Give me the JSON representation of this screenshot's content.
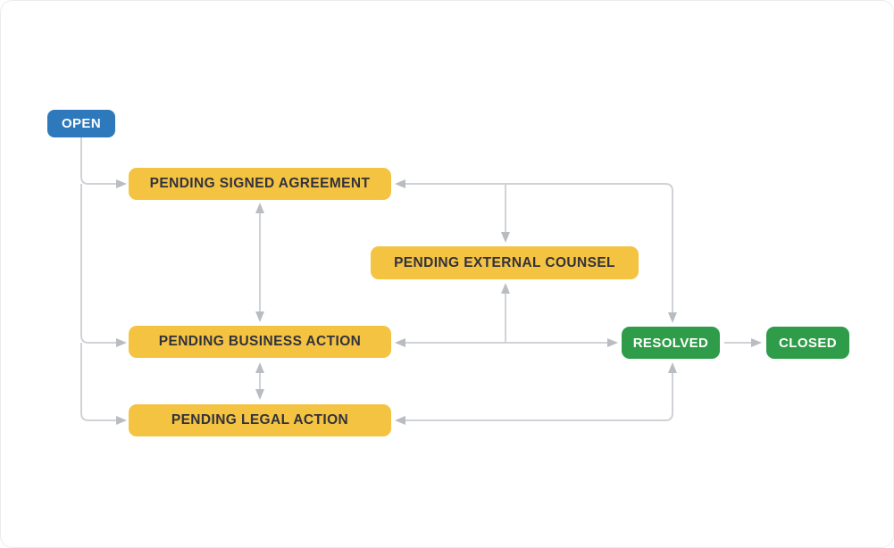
{
  "diagram": {
    "type": "workflow-status-diagram",
    "nodes": {
      "open": {
        "label": "OPEN",
        "color": "#2d79bc",
        "text_color": "#ffffff",
        "category": "to-do"
      },
      "pending_signed_agreement": {
        "label": "PENDING SIGNED AGREEMENT",
        "color": "#f4c341",
        "text_color": "#32323c",
        "category": "in-progress"
      },
      "pending_external_counsel": {
        "label": "PENDING EXTERNAL COUNSEL",
        "color": "#f4c341",
        "text_color": "#32323c",
        "category": "in-progress"
      },
      "pending_business_action": {
        "label": "PENDING BUSINESS ACTION",
        "color": "#f4c341",
        "text_color": "#32323c",
        "category": "in-progress"
      },
      "pending_legal_action": {
        "label": "PENDING LEGAL ACTION",
        "color": "#f4c341",
        "text_color": "#32323c",
        "category": "in-progress"
      },
      "resolved": {
        "label": "RESOLVED",
        "color": "#2e9c48",
        "text_color": "#ffffff",
        "category": "done"
      },
      "closed": {
        "label": "CLOSED",
        "color": "#2e9c48",
        "text_color": "#ffffff",
        "category": "done"
      }
    },
    "edges": [
      {
        "from": "open",
        "to": "pending_signed_agreement",
        "bidirectional": false
      },
      {
        "from": "open",
        "to": "pending_business_action",
        "bidirectional": false
      },
      {
        "from": "open",
        "to": "pending_legal_action",
        "bidirectional": false
      },
      {
        "from": "pending_signed_agreement",
        "to": "pending_business_action",
        "bidirectional": true
      },
      {
        "from": "pending_business_action",
        "to": "pending_legal_action",
        "bidirectional": true
      },
      {
        "from": "pending_signed_agreement",
        "to": "resolved",
        "bidirectional": true
      },
      {
        "from": "pending_signed_agreement",
        "to": "pending_external_counsel",
        "bidirectional": false
      },
      {
        "from": "pending_business_action",
        "to": "pending_external_counsel",
        "bidirectional": false
      },
      {
        "from": "pending_business_action",
        "to": "resolved",
        "bidirectional": true
      },
      {
        "from": "pending_legal_action",
        "to": "resolved",
        "bidirectional": true
      },
      {
        "from": "resolved",
        "to": "closed",
        "bidirectional": false
      }
    ],
    "colors": {
      "background": "#ffffff",
      "status_blue": "#2d79bc",
      "status_yellow": "#f4c341",
      "status_green": "#2e9c48",
      "dark_text": "#32323c",
      "connector_line": "#cfd2d6",
      "connector_arrowhead": "#b9bdc1"
    }
  }
}
